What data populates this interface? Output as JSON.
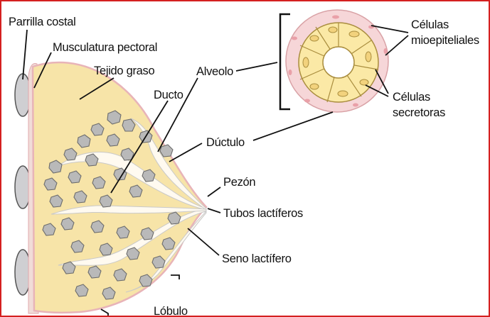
{
  "labels": {
    "parrilla": "Parrilla costal",
    "musculatura": "Musculatura pectoral",
    "tejido": "Tejido graso",
    "ducto": "Ducto",
    "alveolo": "Alveolo",
    "celulas_mio_1": "Células",
    "celulas_mio_2": "mioepiteliales",
    "celulas_sec_1": "Células",
    "celulas_sec_2": "secretoras",
    "ductulo": "Dúctulo",
    "pezon": "Pezón",
    "tubos": "Tubos lactíferos",
    "seno": "Seno lactífero",
    "lobulo": "Lóbulo"
  },
  "colors": {
    "frame": "#d42020",
    "fat": "#f7e4a8",
    "skin": "#e8b4b8",
    "muscle": "#f1dcd8",
    "rib": "#cfcfd2",
    "lobule": "#b9b9b9",
    "myo": "#f6d6d8",
    "secretory": "#fbe9a6"
  }
}
